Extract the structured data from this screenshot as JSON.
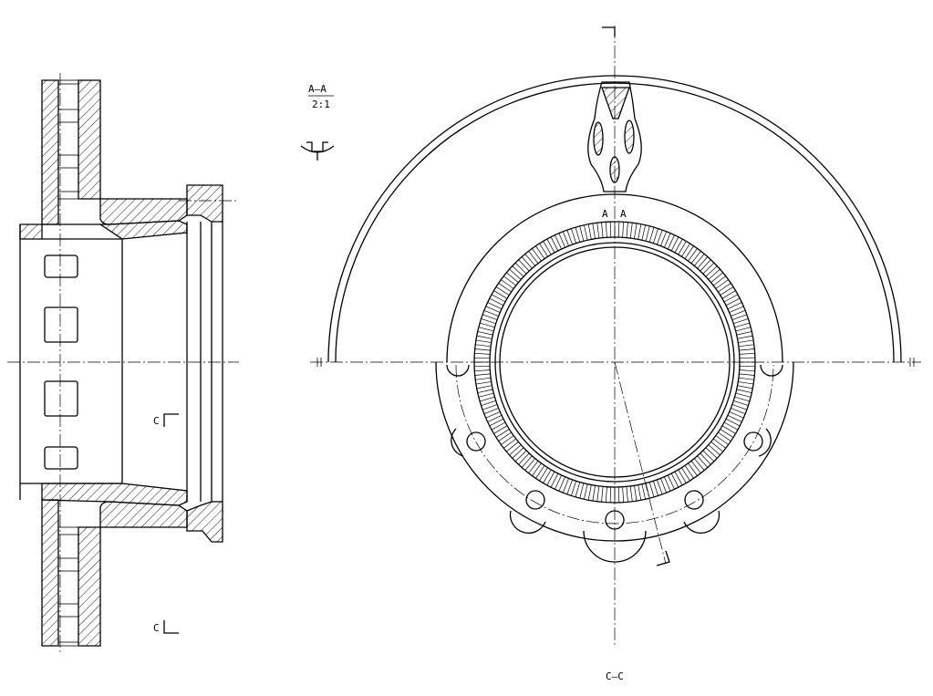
{
  "labels": {
    "section_aa_top": "A–A",
    "section_aa_scale": "2:1",
    "section_cc": "C–C",
    "marker_c_upper": "C",
    "marker_c_lower": "C",
    "marker_a_left": "A",
    "marker_a_right": "A"
  }
}
